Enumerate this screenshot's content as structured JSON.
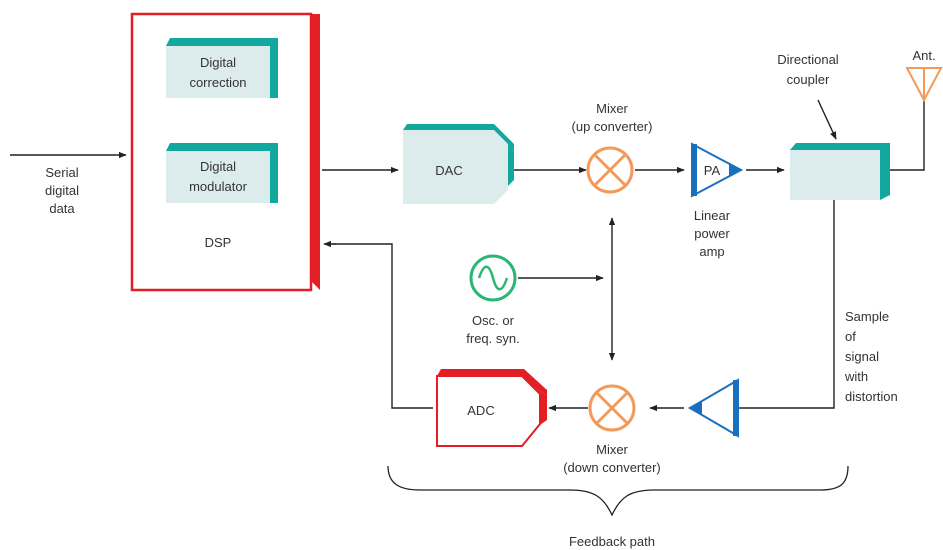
{
  "colors": {
    "teal": "#13a89e",
    "box_fill": "#dcecec",
    "red": "#e31e24",
    "orange": "#f39a5a",
    "blue": "#1a6fbf",
    "green": "#2bb673",
    "line": "#222222"
  },
  "labels": {
    "serial_input": [
      "Serial",
      "digital",
      "data"
    ],
    "digital_correction": [
      "Digital",
      "correction"
    ],
    "digital_modulator": [
      "Digital",
      "modulator"
    ],
    "dsp": "DSP",
    "dac": "DAC",
    "mixer_up": [
      "Mixer",
      "(up converter)"
    ],
    "pa": "PA",
    "linear_power_amp": [
      "Linear",
      "power",
      "amp"
    ],
    "directional_coupler": [
      "Directional",
      "coupler"
    ],
    "antenna": "Ant.",
    "oscillator": [
      "Osc. or",
      "freq. syn."
    ],
    "sample_signal": [
      "Sample",
      "of",
      "signal",
      "with",
      "distortion"
    ],
    "adc": "ADC",
    "mixer_down": [
      "Mixer",
      "(down converter)"
    ],
    "feedback_path": "Feedback path"
  },
  "icons": {
    "mixer": "mixer-cross-circle-icon",
    "oscillator": "sine-wave-icon",
    "antenna": "antenna-icon",
    "amplifier": "triangle-amplifier-icon"
  }
}
